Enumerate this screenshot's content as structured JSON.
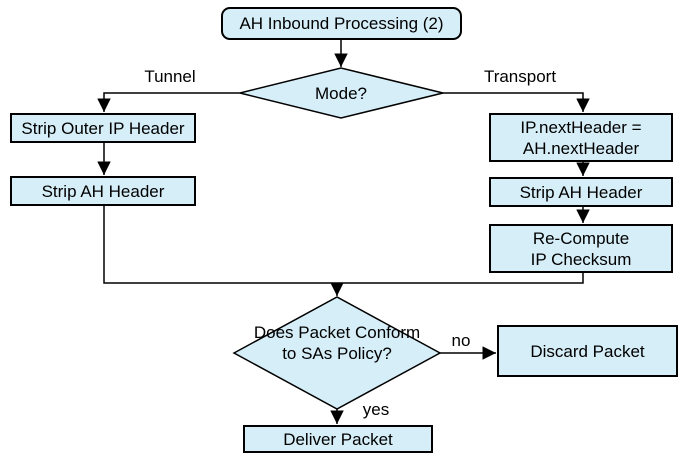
{
  "title": "AH Inbound Processing (2)",
  "colors": {
    "background": "#ffffff",
    "node_fill": "#d6eef8",
    "node_border": "#000000",
    "line": "#000000",
    "text": "#000000"
  },
  "nodes": {
    "start": {
      "type": "rounded-rect",
      "label": "AH Inbound Processing (2)"
    },
    "mode_decision": {
      "type": "diamond",
      "label": "Mode?"
    },
    "strip_outer_ip": {
      "type": "rect",
      "label": "Strip Outer IP Header"
    },
    "strip_ah_tunnel": {
      "type": "rect",
      "label": "Strip AH Header"
    },
    "ip_next_header": {
      "type": "rect",
      "lines": [
        "IP.nextHeader =",
        "AH.nextHeader"
      ]
    },
    "strip_ah_transport": {
      "type": "rect",
      "label": "Strip AH Header"
    },
    "recompute_checksum": {
      "type": "rect",
      "lines": [
        "Re-Compute",
        "IP Checksum"
      ]
    },
    "policy_decision": {
      "type": "diamond",
      "lines": [
        "Does",
        "Packet Conform",
        "to SAs Policy?"
      ]
    },
    "discard_packet": {
      "type": "rect",
      "label": "Discard Packet"
    },
    "deliver_packet": {
      "type": "rect",
      "label": "Deliver Packet"
    }
  },
  "edge_labels": {
    "tunnel": "Tunnel",
    "transport": "Transport",
    "no": "no",
    "yes": "yes"
  }
}
